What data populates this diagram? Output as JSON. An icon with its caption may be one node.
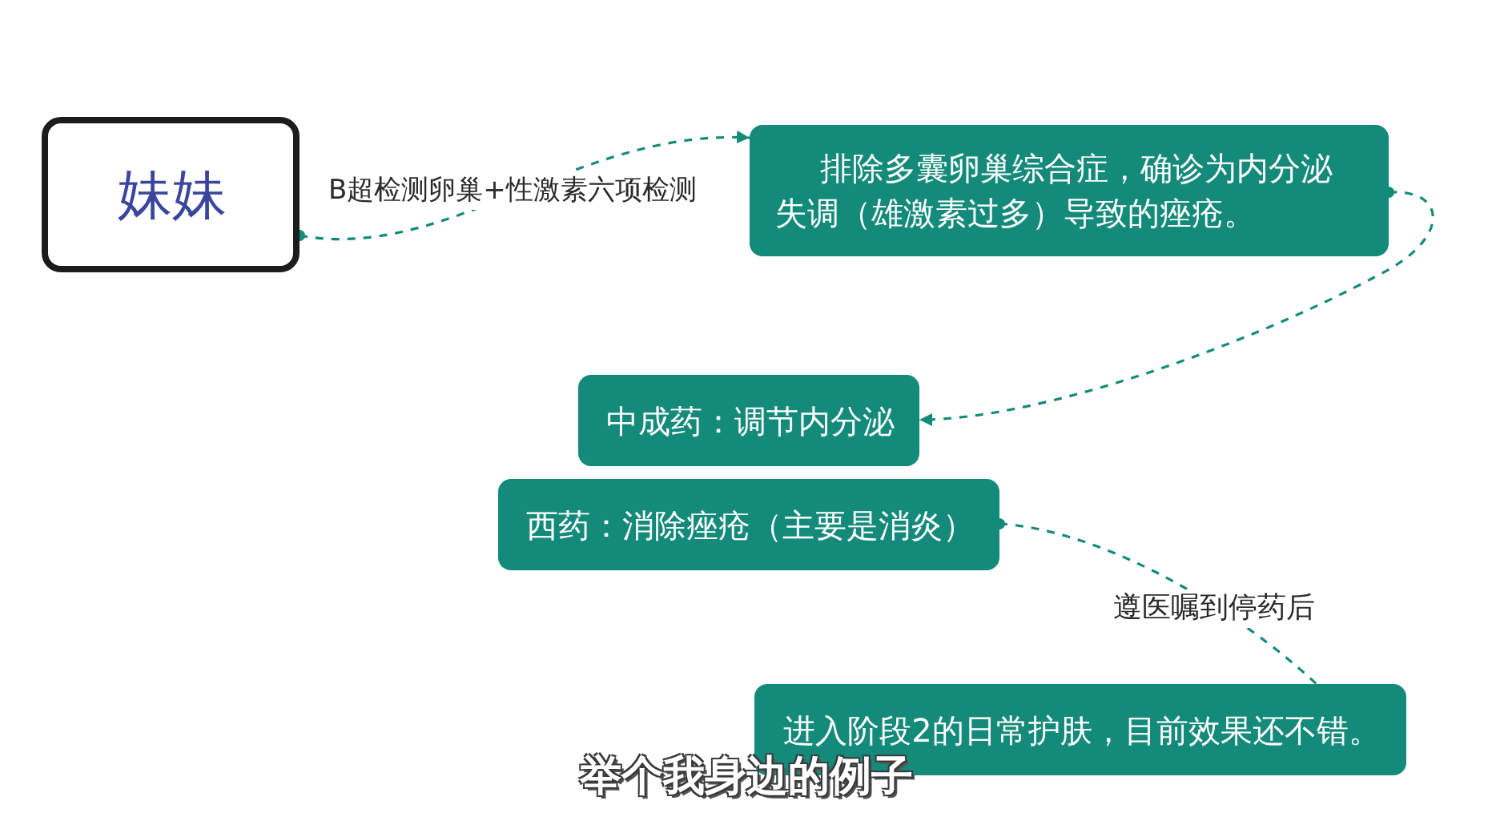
{
  "diagram": {
    "nodes": [
      {
        "text": [
          "妹妹"
        ]
      },
      {
        "text": [
          "排除多囊卵巢综合症，确诊为内分泌失调（雄激素过多）导致的痤疮。"
        ]
      },
      {
        "text": [
          "中成药：调节内分泌"
        ]
      },
      {
        "text": [
          "西药：消除痤疮（主要是消炎）"
        ]
      },
      {
        "text": [
          "进入阶段2的日常护肤，目前效果还不错。"
        ]
      }
    ],
    "edges": [
      {
        "from": 0,
        "to": 1,
        "arrow": "to",
        "label": "B超检测卵巢+性激素六项检测",
        "style": "dashed"
      },
      {
        "from": 1,
        "to": 2,
        "arrow": "to",
        "style": "dashed"
      },
      {
        "from": 3,
        "to": 4,
        "arrow": "other",
        "label": "遵医嘱到停药后",
        "style": "dashed"
      }
    ],
    "caption": "举个我身边的例子"
  }
}
